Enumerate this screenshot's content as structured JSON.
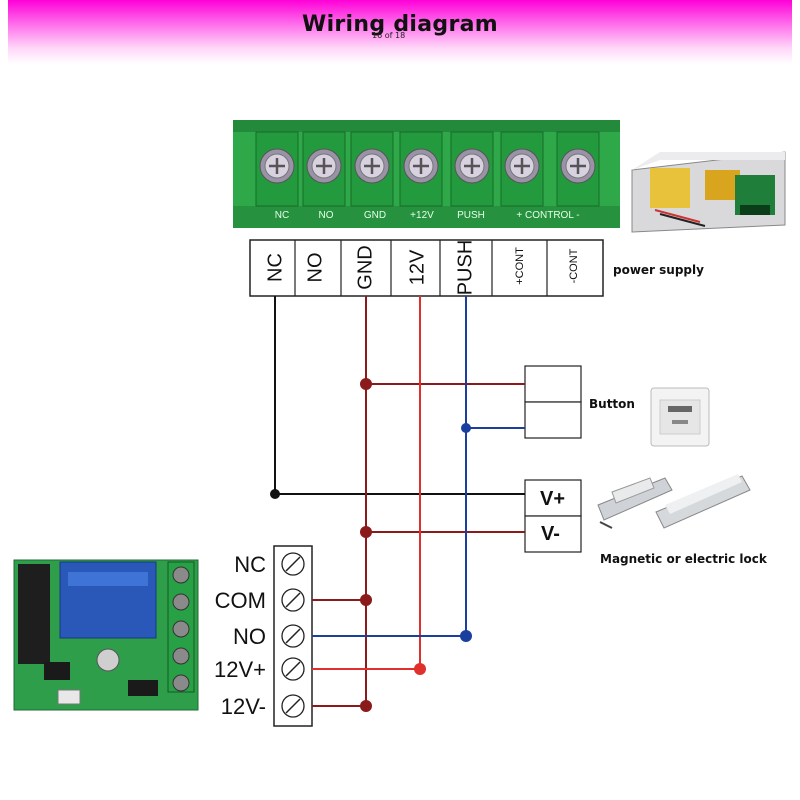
{
  "header": {
    "title": "Wiring diagram",
    "page_indicator": "16 of 18"
  },
  "pcb": {
    "labels": [
      "NC",
      "NO",
      "GND",
      "+12V",
      "PUSH",
      "+ CONTROL -"
    ]
  },
  "terminal_table": {
    "columns": [
      "NC",
      "NO",
      "GND",
      "12V",
      "PUSH",
      "+CONT",
      "-CONT"
    ]
  },
  "labels": {
    "power_supply": "power supply",
    "button": "Button",
    "lock": "Magnetic or electric lock",
    "v_plus": "V+",
    "v_minus": "V-"
  },
  "relay": {
    "terminals": [
      "NC",
      "COM",
      "NO",
      "12V+",
      "12V-"
    ]
  },
  "colors": {
    "black_wire": "#111111",
    "brown_wire": "#8b1a1a",
    "red_wire": "#e0302e",
    "blue_wire": "#1a3f9e",
    "header_pink": "#ff00d8",
    "pcb_green": "#2fa84a"
  }
}
